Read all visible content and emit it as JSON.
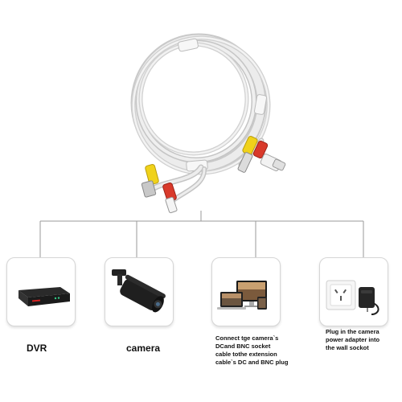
{
  "items": [
    {
      "key": "dvr",
      "label": "DVR",
      "icon": "dvr-recorder-icon"
    },
    {
      "key": "camera",
      "label": "camera",
      "icon": "security-camera-icon"
    },
    {
      "key": "connect",
      "lines": [
        "Connect tge camera`s",
        "DCand BNC socket",
        "cable tothe extension",
        "cable`s DC and BNC plug"
      ],
      "icon": "monitors-icon"
    },
    {
      "key": "power",
      "lines": [
        "Plug in the camera",
        "power adapter into",
        "the wall sockot"
      ],
      "icon": "wall-socket-adapter-icon"
    }
  ],
  "colors": {
    "cable": "#e8e8e8",
    "cable_shadow": "#b9b9b9",
    "connector_yellow": "#f0d21a",
    "connector_red": "#d93a2b",
    "connector_white": "#f4f4f4",
    "line": "#9a9a9a"
  }
}
